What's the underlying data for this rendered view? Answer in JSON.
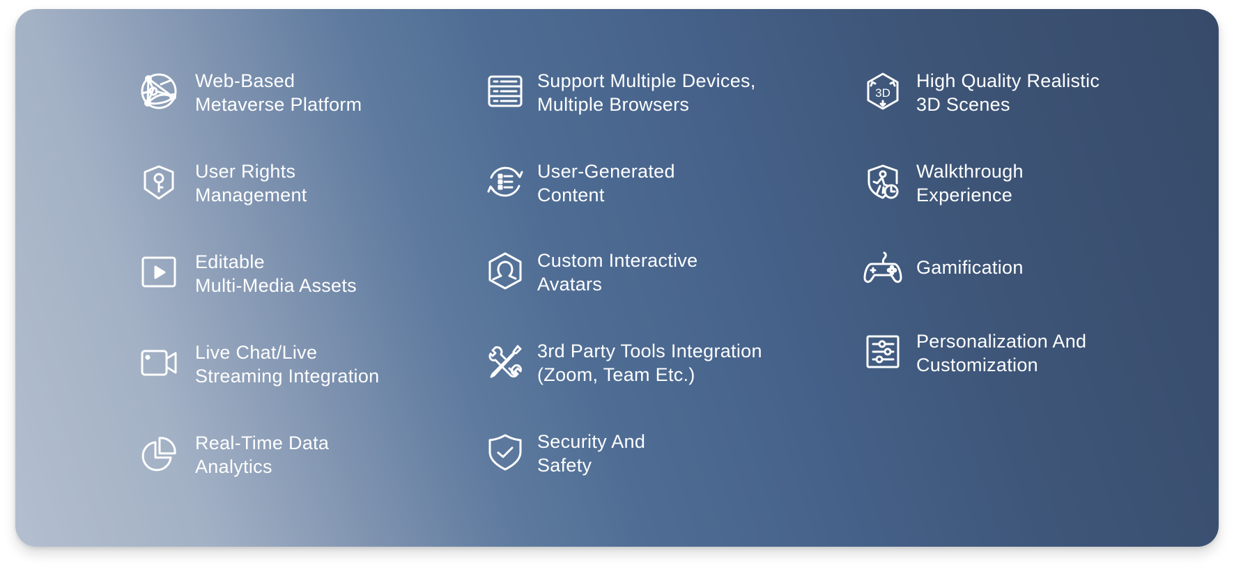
{
  "card": {
    "gradient": [
      "#b3bfcf",
      "#5a7698",
      "#374a69"
    ],
    "text_color": "#ffffff"
  },
  "features": [
    {
      "id": "web-based",
      "icon": "network-globe-icon",
      "lines": [
        "Web-Based",
        "Metaverse Platform"
      ]
    },
    {
      "id": "user-rights",
      "icon": "shield-key-icon",
      "lines": [
        "User Rights",
        "Management"
      ]
    },
    {
      "id": "editable-media",
      "icon": "play-video-icon",
      "lines": [
        "Editable",
        "Multi-Media Assets"
      ]
    },
    {
      "id": "live-chat",
      "icon": "video-camera-icon",
      "lines": [
        "Live Chat/Live",
        "Streaming Integration"
      ]
    },
    {
      "id": "analytics",
      "icon": "pie-chart-icon",
      "lines": [
        "Real-Time Data",
        "Analytics"
      ]
    },
    {
      "id": "multi-device",
      "icon": "server-list-icon",
      "lines": [
        "Support Multiple Devices,",
        "Multiple Browsers"
      ]
    },
    {
      "id": "ugc",
      "icon": "refresh-list-icon",
      "lines": [
        "User-Generated",
        "Content"
      ]
    },
    {
      "id": "avatars",
      "icon": "hexagon-user-icon",
      "lines": [
        "Custom Interactive",
        "Avatars"
      ]
    },
    {
      "id": "third-party",
      "icon": "tools-icon",
      "lines": [
        "3rd Party Tools Integration",
        "(Zoom, Team Etc.)"
      ]
    },
    {
      "id": "security",
      "icon": "shield-check-icon",
      "lines": [
        "Security And",
        "Safety"
      ]
    },
    {
      "id": "3d-scenes",
      "icon": "hexagon-3d-icon",
      "icon_text": "3D",
      "lines": [
        "High Quality Realistic",
        "3D Scenes"
      ]
    },
    {
      "id": "walkthrough",
      "icon": "shield-walker-icon",
      "lines": [
        "Walkthrough",
        "Experience"
      ]
    },
    {
      "id": "gamification",
      "icon": "gamepad-icon",
      "lines": [
        "Gamification"
      ]
    },
    {
      "id": "personalization",
      "icon": "sliders-icon",
      "lines": [
        "Personalization And",
        "Customization"
      ]
    }
  ]
}
